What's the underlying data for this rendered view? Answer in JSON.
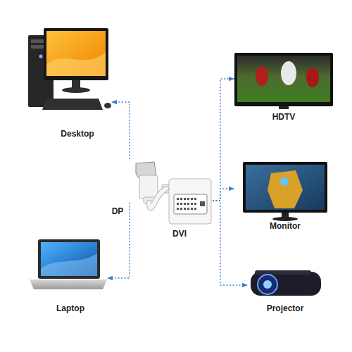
{
  "diagram": {
    "nodes": [
      {
        "text": [
          "Desktop"
        ]
      },
      {
        "text": [
          "HDTV"
        ]
      },
      {
        "text": [
          "DP"
        ]
      },
      {
        "text": [
          "DVI"
        ]
      },
      {
        "text": [
          "Monitor"
        ]
      },
      {
        "text": [
          "Laptop"
        ]
      },
      {
        "text": [
          "Projector"
        ]
      }
    ],
    "edges": [
      {
        "from": 2,
        "to": 0,
        "arrow": "to"
      },
      {
        "from": 2,
        "to": 5,
        "arrow": "to"
      },
      {
        "from": 2,
        "to": 3,
        "arrow": "none"
      },
      {
        "from": 3,
        "to": 1,
        "arrow": "to"
      },
      {
        "from": 3,
        "to": 4,
        "arrow": "to"
      },
      {
        "from": 3,
        "to": 6,
        "arrow": "to"
      }
    ]
  }
}
